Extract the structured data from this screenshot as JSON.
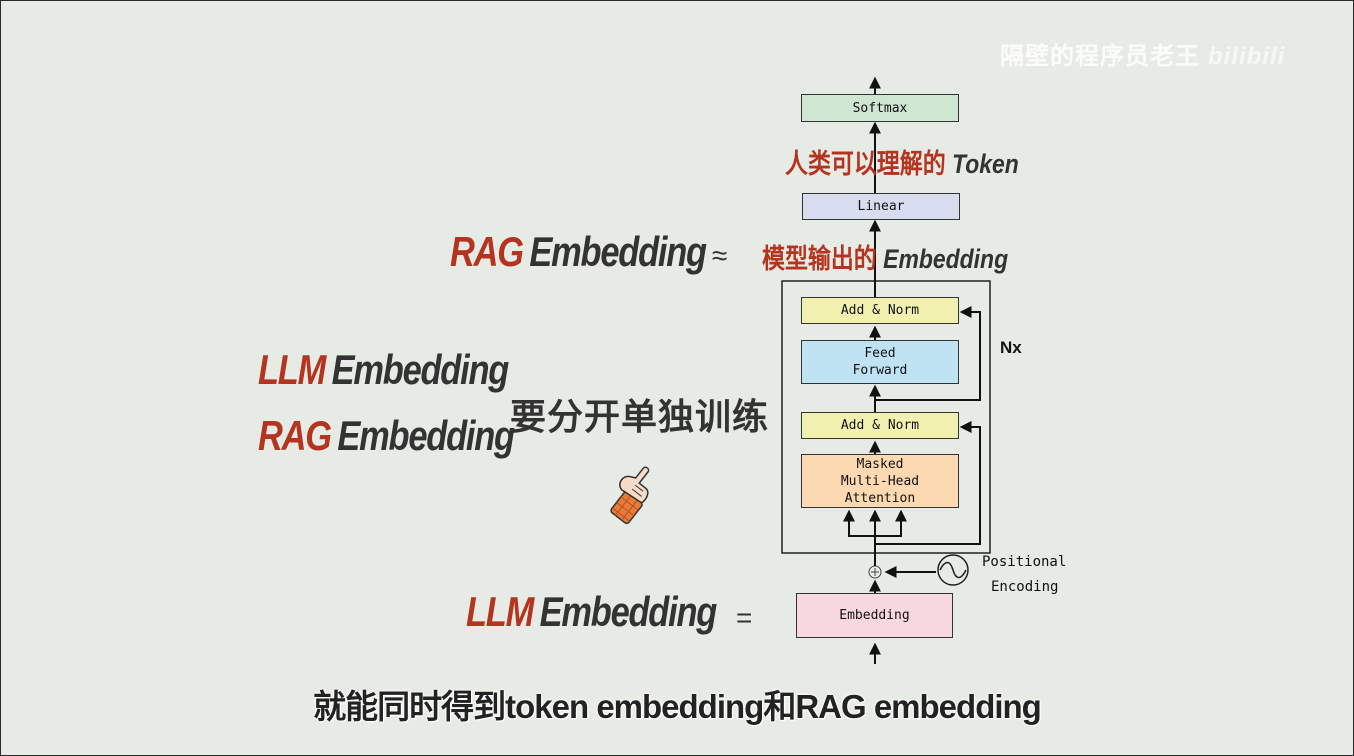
{
  "watermark": {
    "author": "隔壁的程序员老王",
    "site": "bilibili"
  },
  "left": {
    "rag_line": {
      "red": "RAG",
      "rest": "Embedding",
      "op": "≈"
    },
    "llm_line2": {
      "red": "LLM",
      "rest": "Embedding"
    },
    "rag_line2": {
      "red": "RAG",
      "rest": "Embedding"
    },
    "train_text": "要分开单独训练",
    "llm_line": {
      "red": "LLM",
      "rest": "Embedding",
      "op": "="
    }
  },
  "annotations": {
    "token_red": "人类可以理解的",
    "token_rest": "Token",
    "emb_red": "模型输出的",
    "emb_rest": "Embedding"
  },
  "diagram": {
    "softmax": "Softmax",
    "linear": "Linear",
    "add_norm_top": "Add & Norm",
    "feed_forward": "Feed\nForward",
    "add_norm_bottom": "Add & Norm",
    "attention": "Masked\nMulti-Head\nAttention",
    "nx": "Nx",
    "positional_1": "Positional",
    "positional_2": "Encoding",
    "embedding": "Embedding"
  },
  "subtitle": "就能同时得到token embedding和RAG embedding",
  "colors": {
    "red": "#b5341f",
    "softmax": "#cfe6d2",
    "linear": "#d8dcef",
    "add_norm": "#f3f1b0",
    "feed_forward": "#bfe3f3",
    "attention": "#fcd9b0",
    "embedding": "#f8d8df"
  }
}
